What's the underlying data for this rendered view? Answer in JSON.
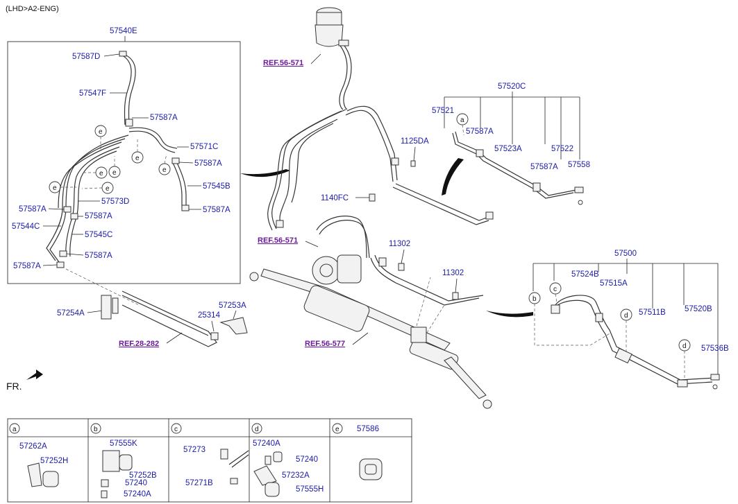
{
  "header": {
    "code": "(LHD>A2-ENG)"
  },
  "front_label": "FR.",
  "refs": {
    "reservoir": "REF.56-571",
    "pump": "REF.56-571",
    "cooler": "REF.28-282",
    "gear": "REF.56-577"
  },
  "group_left": {
    "title": "57540E",
    "labels": {
      "a": "57587D",
      "b": "57547F",
      "c": "57587A",
      "d": "57571C",
      "e": "57587A",
      "f": "57545B",
      "g": "57573D",
      "h": "57587A",
      "i": "57587A",
      "j": "57544C",
      "k": "57545C",
      "l": "57587A",
      "m": "57587A",
      "n": "57587A"
    }
  },
  "group_right_top": {
    "title": "57520C",
    "labels": {
      "a": "57521",
      "b": "57587A",
      "c": "57523A",
      "d": "57522",
      "e": "57587A",
      "f": "57558"
    }
  },
  "group_right_bottom": {
    "title": "57500",
    "labels": {
      "a": "57524B",
      "b": "57515A",
      "c": "57511B",
      "d": "57520B",
      "e": "57536B"
    }
  },
  "free_labels": {
    "clip": "1125DA",
    "bolt": "1140FC",
    "n1": "11302",
    "n2": "11302",
    "bracket": "57254A",
    "plate": "57253A",
    "bush": "25314"
  },
  "circle_letters": {
    "a": "a",
    "b": "b",
    "c": "c",
    "d": "d",
    "e": "e"
  },
  "legend": [
    {
      "key": "a",
      "title": "",
      "labels": [
        "57262A",
        "57252H"
      ]
    },
    {
      "key": "b",
      "title": "",
      "labels": [
        "57555K",
        "57252B",
        "57240",
        "57240A"
      ]
    },
    {
      "key": "c",
      "title": "",
      "labels": [
        "57273",
        "57271B"
      ]
    },
    {
      "key": "d",
      "title": "",
      "labels": [
        "57240A",
        "57240",
        "57232A",
        "57555H"
      ]
    },
    {
      "key": "e",
      "title": "57586",
      "labels": []
    }
  ]
}
